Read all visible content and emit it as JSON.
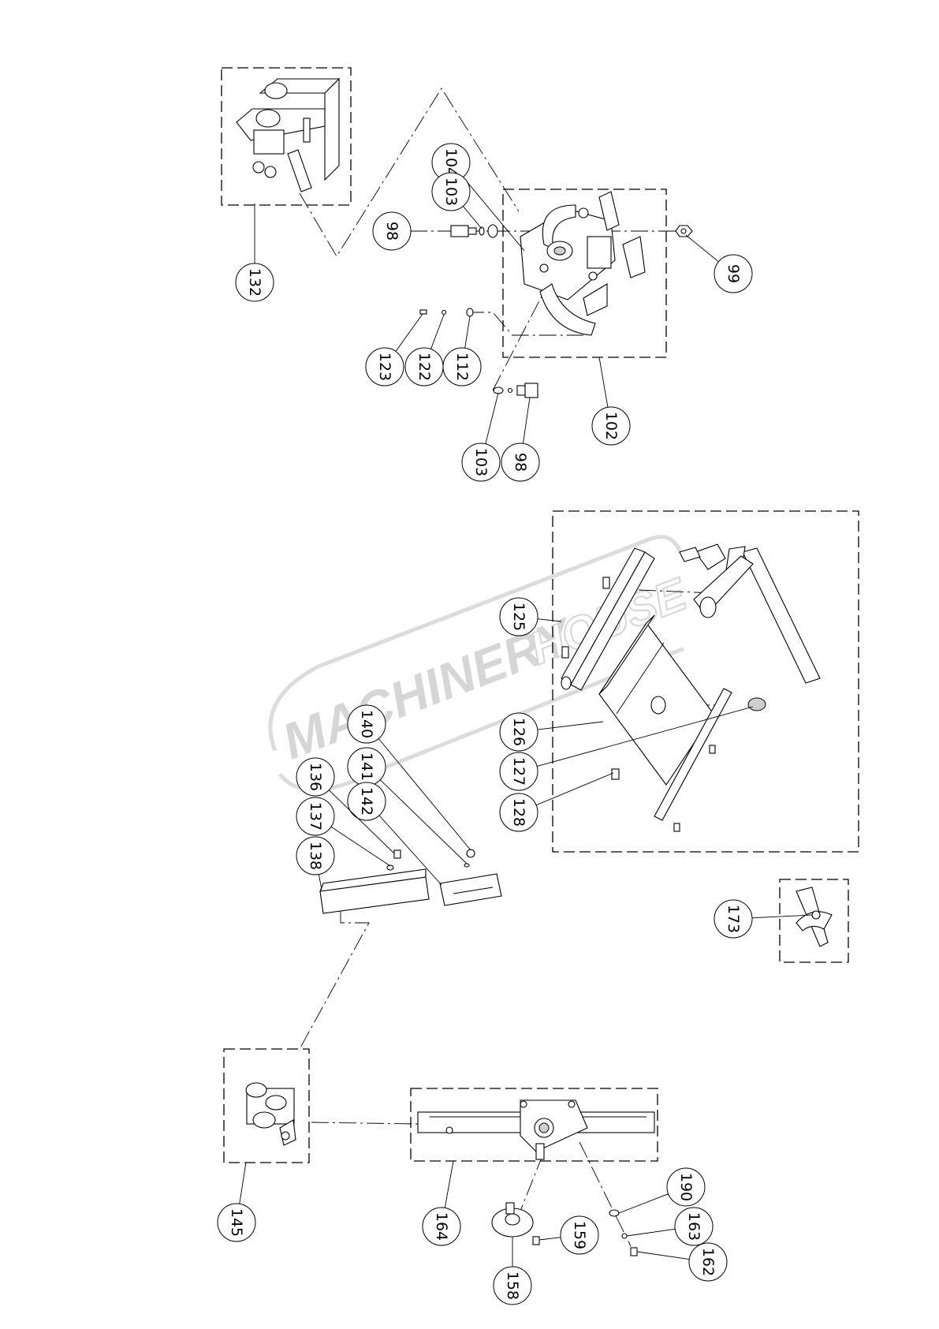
{
  "watermark": {
    "word1": "MACHINERY",
    "word2": "HOUSE"
  },
  "callouts": [
    {
      "id": "c132",
      "label": "132"
    },
    {
      "id": "c104",
      "label": "104"
    },
    {
      "id": "c103a",
      "label": "103"
    },
    {
      "id": "c98a",
      "label": "98"
    },
    {
      "id": "c99",
      "label": "99"
    },
    {
      "id": "c123",
      "label": "123"
    },
    {
      "id": "c122",
      "label": "122"
    },
    {
      "id": "c112",
      "label": "112"
    },
    {
      "id": "c102",
      "label": "102"
    },
    {
      "id": "c103b",
      "label": "103"
    },
    {
      "id": "c98b",
      "label": "98"
    },
    {
      "id": "c125",
      "label": "125"
    },
    {
      "id": "c126",
      "label": "126"
    },
    {
      "id": "c127",
      "label": "127"
    },
    {
      "id": "c128",
      "label": "128"
    },
    {
      "id": "c140",
      "label": "140"
    },
    {
      "id": "c141",
      "label": "141"
    },
    {
      "id": "c142",
      "label": "142"
    },
    {
      "id": "c136",
      "label": "136"
    },
    {
      "id": "c137",
      "label": "137"
    },
    {
      "id": "c138",
      "label": "138"
    },
    {
      "id": "c173",
      "label": "173"
    },
    {
      "id": "c145",
      "label": "145"
    },
    {
      "id": "c164",
      "label": "164"
    },
    {
      "id": "c159",
      "label": "159"
    },
    {
      "id": "c158",
      "label": "158"
    },
    {
      "id": "c190",
      "label": "190"
    },
    {
      "id": "c163",
      "label": "163"
    },
    {
      "id": "c162",
      "label": "162"
    }
  ]
}
